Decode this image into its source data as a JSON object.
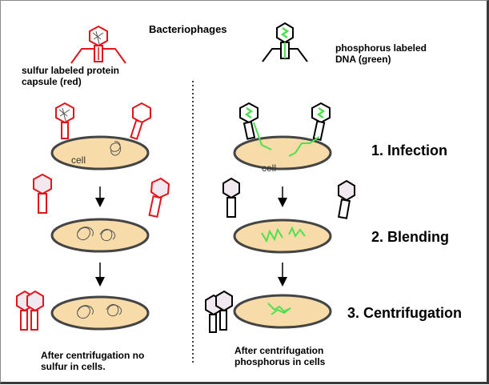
{
  "title": "Bacteriophages",
  "legend": {
    "sulfur_line1": "sulfur labeled protein",
    "sulfur_line2": "capsule (red)",
    "phosphorus_line1": "phosphorus labeled",
    "phosphorus_line2": "DNA  (green)"
  },
  "cell_label": "cell",
  "steps": [
    "1. Infection",
    "2. Blending",
    "3. Centrifugation"
  ],
  "captions": {
    "left_line1": "After centrifugation no",
    "left_line2": "sulfur in cells.",
    "right_line1": "After centrifugation",
    "right_line2": "phosphorus in cells"
  },
  "colors": {
    "sulfur_red": "#e0161b",
    "phosphorus_green": "#4fe04f",
    "cell_fill": "#f7dca9",
    "cell_stroke": "#444444",
    "ghost_fill": "#f2e8ef"
  }
}
